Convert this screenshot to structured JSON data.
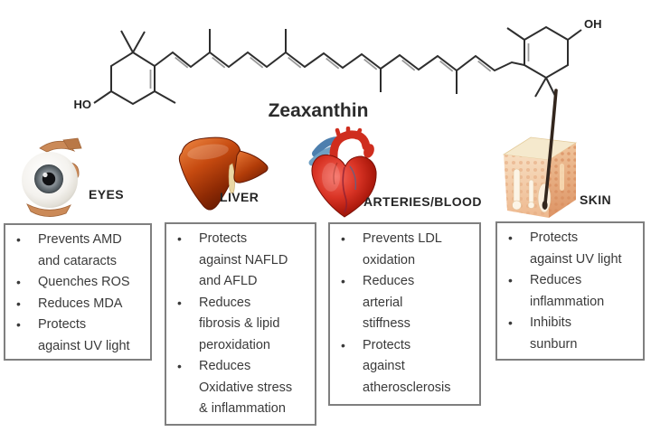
{
  "molecule": {
    "name": "Zeaxanthin",
    "left_hydroxyl": "HO",
    "right_hydroxyl": "OH"
  },
  "bullet_glyph": "•",
  "colors": {
    "box_border": "#7f7f7f",
    "body_text": "#3a3a3a",
    "label_text": "#262626",
    "structure_line": "#2e2e2e",
    "structure_double_bond": "#999999",
    "liver": "#c64a10",
    "heart_red": "#d93425",
    "vessel_blue": "#4d7fae",
    "iris_gray": "#848c92",
    "muscle_tan": "#cb8a58",
    "skin_peach": "#eeb98f"
  },
  "organs": [
    {
      "id": "eyes",
      "label": "EYES",
      "icon": "eye-icon",
      "benefits": [
        "Prevents AMD\nand cataracts",
        "Quenches ROS",
        "Reduces MDA",
        "Protects\nagainst UV light"
      ]
    },
    {
      "id": "liver",
      "label": "LIVER",
      "icon": "liver-icon",
      "benefits": [
        "Protects\nagainst NAFLD\nand AFLD",
        "Reduces\nfibrosis & lipid\nperoxidation",
        "Reduces\nOxidative stress\n& inflammation"
      ]
    },
    {
      "id": "arteries_blood",
      "label": "ARTERIES/BLOOD",
      "icon": "heart-icon",
      "benefits": [
        "Prevents LDL\noxidation",
        "Reduces\narterial\nstiffness",
        "Protects\nagainst\natherosclerosis"
      ]
    },
    {
      "id": "skin",
      "label": "SKIN",
      "icon": "skin-icon",
      "benefits": [
        "Protects\nagainst UV light",
        "Reduces\ninflammation",
        "Inhibits\nsunburn"
      ]
    }
  ]
}
